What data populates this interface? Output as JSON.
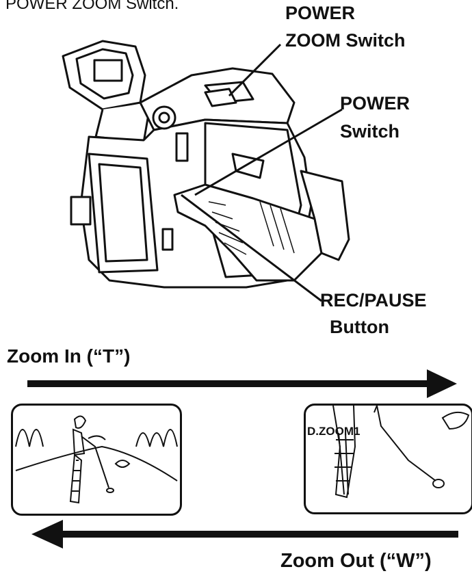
{
  "intro_text": "POWER ZOOM Switch.",
  "labels": {
    "power_zoom_line1": "POWER",
    "power_zoom_line2": "ZOOM Switch",
    "power_line1": "POWER",
    "power_line2": "Switch",
    "rec_pause_line1": "REC/PAUSE",
    "rec_pause_line2": "Button"
  },
  "zoom_in_label": "Zoom In (“T”)",
  "zoom_out_label": "Zoom Out (“W”)",
  "display_indicator": "D.ZOOM1"
}
